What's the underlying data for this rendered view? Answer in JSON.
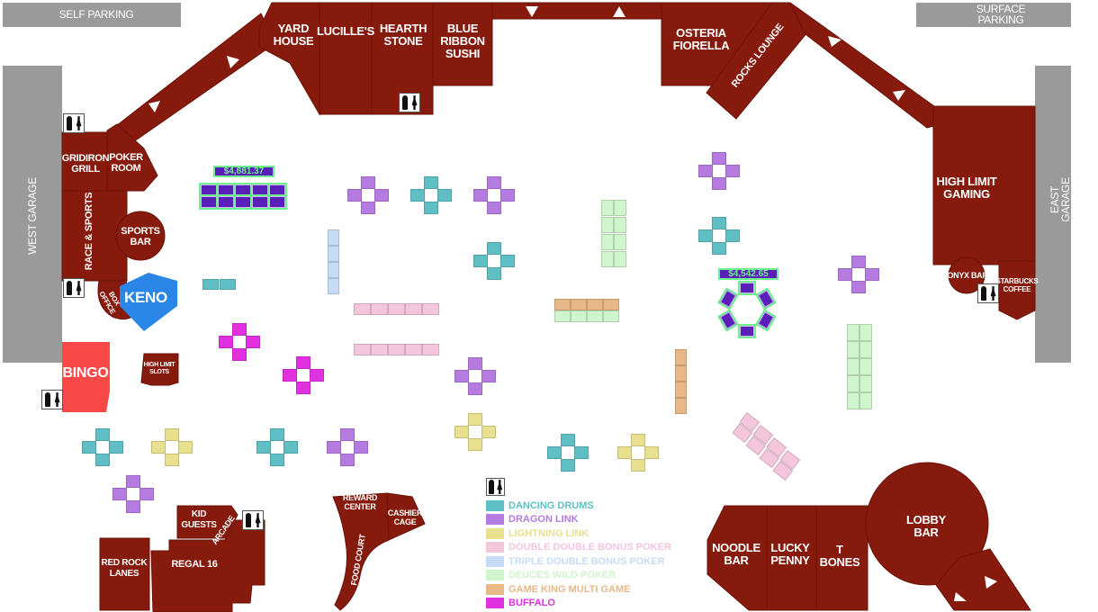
{
  "parking": {
    "self": "SELF PARKING",
    "surface": "SURFACE PARKING",
    "west_garage": "WEST GARAGE",
    "east_garage": "EAST GARAGE"
  },
  "venues": {
    "yard_house": "YARD\nHOUSE",
    "lucilles": "LUCILLE'S",
    "hearth_stone": "HEARTH\nSTONE",
    "blue_ribbon": "BLUE\nRIBBON\nSUSHI",
    "osteria": "OSTERIA\nFIORELLA",
    "rocks_lounge": "ROCKS LOUNGE",
    "high_limit_gaming": "HIGH LIMIT\nGAMING",
    "onyx_bar": "ONYX BAR",
    "starbucks": "STARBUCKS\nCOFFEE",
    "gridiron": "GRIDIRON\nGRILL",
    "poker_room": "POKER\nROOM",
    "race_sports": "RACE & SPORTS",
    "sports_bar": "SPORTS\nBAR",
    "box_office": "BOX\nOFFICE",
    "keno": "KENO",
    "bingo": "BINGO",
    "high_limit_slots": "HIGH LIMIT\nSLOTS",
    "kid_guests": "KID\nGUESTS",
    "arcade": "ARCADE",
    "regal": "REGAL 16",
    "red_rock_lanes": "RED ROCK\nLANES",
    "reward_center": "REWARD\nCENTER",
    "cashier_cage": "CASHIER\nCAGE",
    "food_court": "FOOD COURT",
    "noodle_bar": "NOODLE\nBAR",
    "lucky_penny": "LUCKY\nPENNY",
    "t_bones": "T\nBONES",
    "lobby_bar": "LOBBY\nBAR"
  },
  "jackpots": [
    {
      "amount": "$4,881.37",
      "game": "dragon_link"
    },
    {
      "amount": "$4,542.65",
      "game": "dragon_link"
    }
  ],
  "legend": [
    {
      "key": "dancing_drums",
      "label": "DANCING DRUMS",
      "color": "#5fbfc4"
    },
    {
      "key": "dragon_link",
      "label": "DRAGON LINK",
      "color": "#b57be0"
    },
    {
      "key": "lightning_link",
      "label": "LIGHTNING LINK",
      "color": "#e8e08e"
    },
    {
      "key": "ddb_poker",
      "label": "DOUBLE DOUBLE BONUS POKER",
      "color": "#f4c6dc"
    },
    {
      "key": "tdb_poker",
      "label": "TRIPLE DOUBLE BONUS POKER",
      "color": "#c6dcf6"
    },
    {
      "key": "deuces",
      "label": "DEUCES  WILD POKER",
      "color": "#cff5cc"
    },
    {
      "key": "game_king",
      "label": "GAME KING MULTI GAME",
      "color": "#e8b887"
    },
    {
      "key": "buffalo",
      "label": "BUFFALO",
      "color": "#e030e0"
    }
  ],
  "colors": {
    "venue": "#861a0c",
    "parking": "#9a9a9a",
    "keno": "#2a86e6",
    "bingo": "#f94848",
    "jackpot": "#5a1fb8",
    "jackpot_glow": "#6fef8e"
  }
}
